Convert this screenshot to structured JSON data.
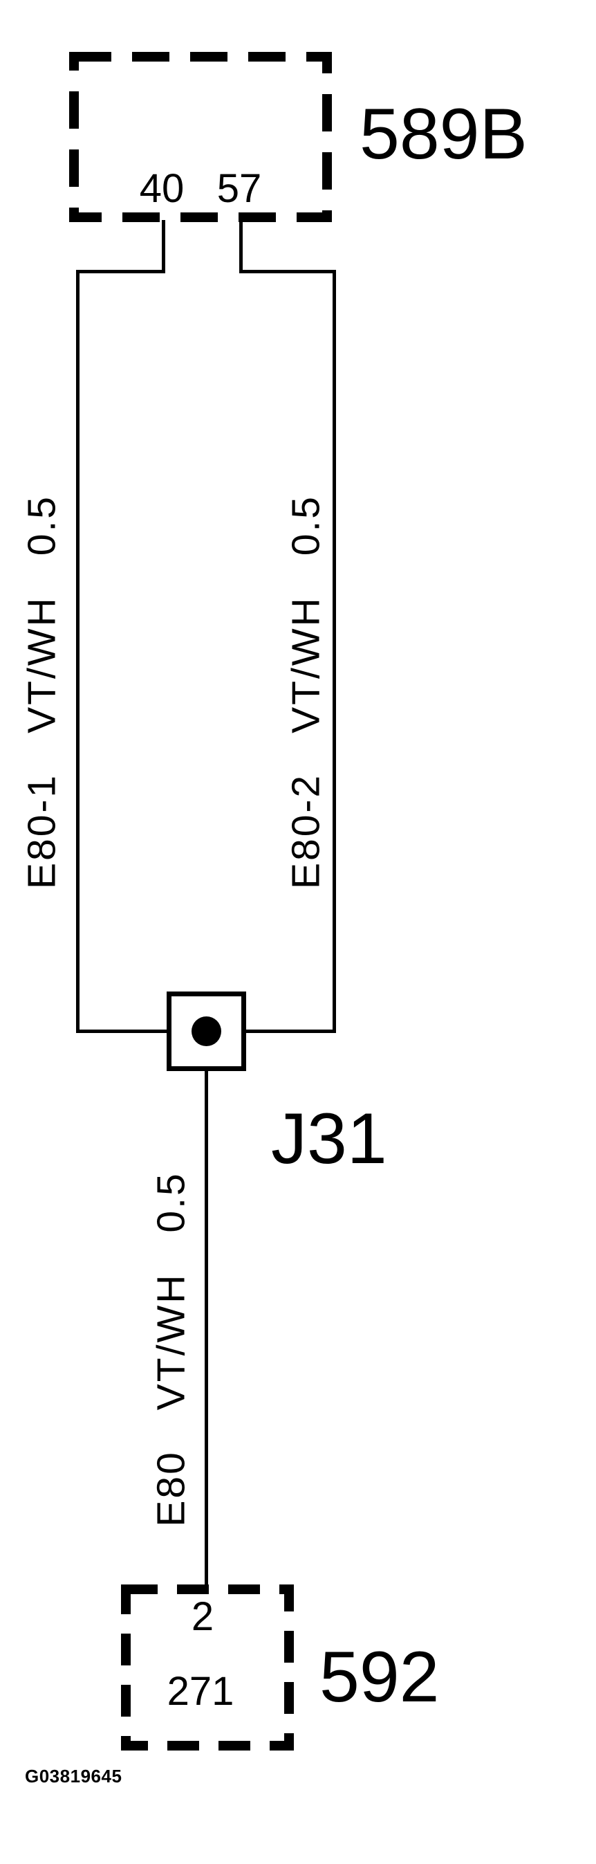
{
  "diagram": {
    "doc_id": "G03819645",
    "top_connector": {
      "label": "589B",
      "pins": [
        {
          "number": "40"
        },
        {
          "number": "57"
        }
      ]
    },
    "junction": {
      "label": "J31"
    },
    "bottom_connector": {
      "label": "592",
      "pin": "2",
      "terminal": "271"
    },
    "wires": {
      "left": {
        "circuit": "E80-1",
        "color": "VT/WH",
        "gauge": "0.5"
      },
      "right": {
        "circuit": "E80-2",
        "color": "VT/WH",
        "gauge": "0.5"
      },
      "bottom": {
        "circuit": "E80",
        "color": "VT/WH",
        "gauge": "0.5"
      }
    },
    "colors": {
      "line": "#000000",
      "background": "#ffffff"
    }
  }
}
